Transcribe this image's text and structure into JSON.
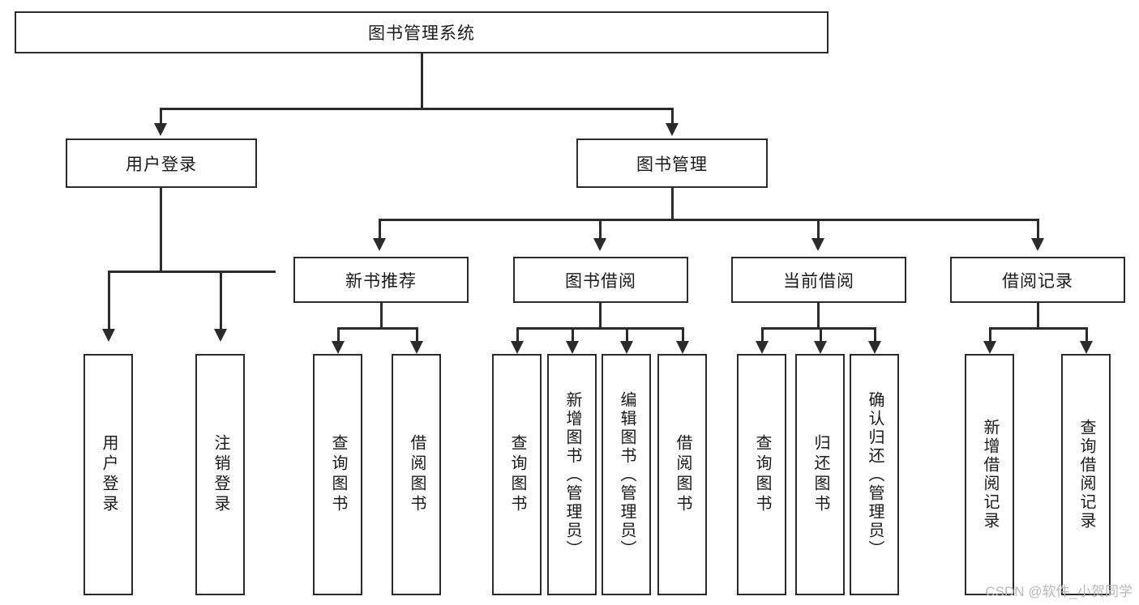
{
  "diagram": {
    "title": "图书管理系统",
    "type": "tree-hierarchy",
    "root": {
      "label": "图书管理系统"
    },
    "level1": [
      {
        "label": "用户登录"
      },
      {
        "label": "图书管理"
      }
    ],
    "level2": [
      {
        "label": "新书推荐"
      },
      {
        "label": "图书借阅"
      },
      {
        "label": "当前借阅"
      },
      {
        "label": "借阅记录"
      }
    ],
    "leaves": {
      "user_login": [
        {
          "label": "用户登录"
        },
        {
          "label": "注销登录"
        }
      ],
      "new_book_recommend": [
        {
          "label": "查询图书"
        },
        {
          "label": "借阅图书"
        }
      ],
      "book_borrow": [
        {
          "label": "查询图书"
        },
        {
          "label": "新增图书（管理员）"
        },
        {
          "label": "编辑图书（管理员）"
        },
        {
          "label": "借阅图书"
        }
      ],
      "current_borrow": [
        {
          "label": "查询图书"
        },
        {
          "label": "归还图书"
        },
        {
          "label": "确认归还（管理员）"
        }
      ],
      "borrow_record": [
        {
          "label": "新增借阅记录"
        },
        {
          "label": "查询借阅记录"
        }
      ]
    }
  },
  "watermark": {
    "text": "CSDN @软件_小贺同学"
  },
  "colors": {
    "stroke": "#2b2b2b",
    "background": "#ffffff",
    "text": "#1a1a1a",
    "watermark": "#b9b9b9"
  }
}
